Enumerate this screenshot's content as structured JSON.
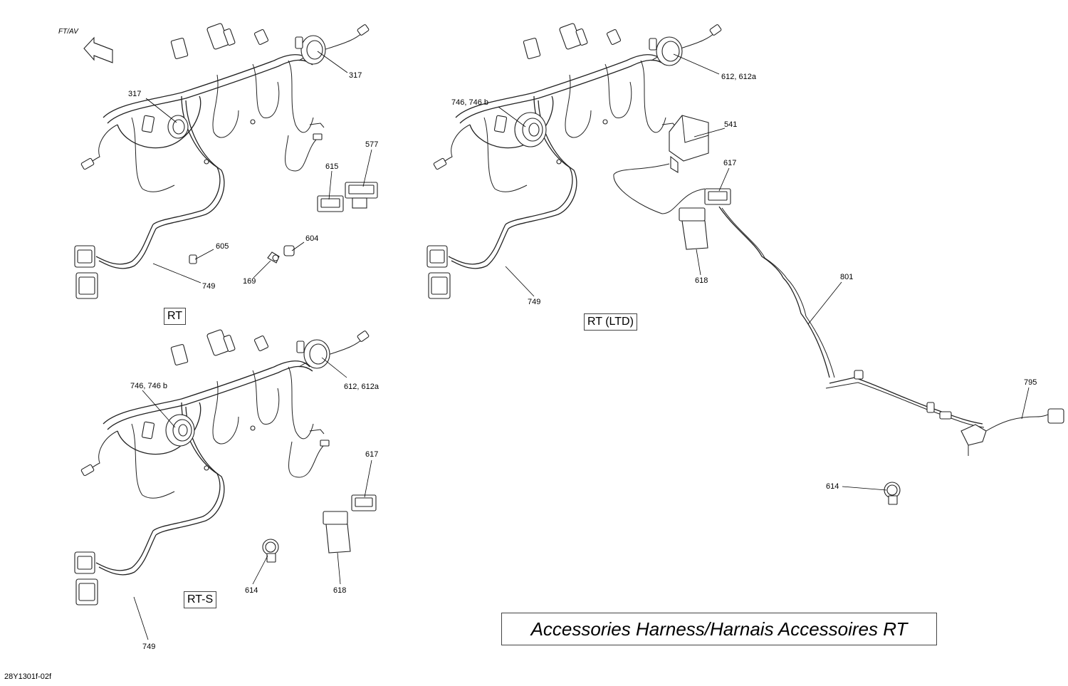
{
  "title": "Accessories Harness/Harnais Accessoires RT",
  "reference": "28Y1301f-02f",
  "direction": "FT/AV",
  "variants": {
    "rt": "RT",
    "rt_ltd": "RT (LTD)",
    "rt_s": "RT-S"
  },
  "callouts": {
    "p317a": "317",
    "p317b": "317",
    "p577": "577",
    "p615": "615",
    "p605": "605",
    "p604": "604",
    "p169": "169",
    "p749a": "749",
    "p746a": "746, 746 b",
    "p612a": "612, 612a",
    "p541": "541",
    "p617a": "617",
    "p618a": "618",
    "p749b": "749",
    "p801": "801",
    "p795": "795",
    "p614a": "614",
    "p746b": "746, 746 b",
    "p612b": "612, 612a",
    "p617b": "617",
    "p614b": "614",
    "p618b": "618",
    "p749c": "749"
  }
}
